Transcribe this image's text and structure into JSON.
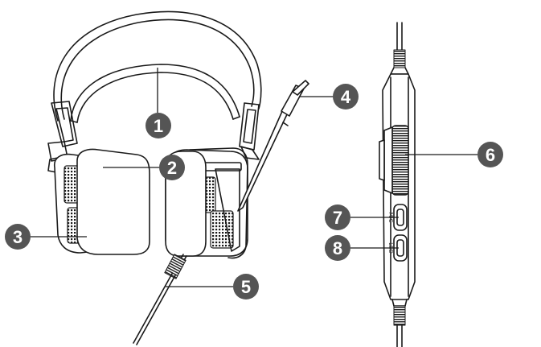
{
  "diagram": {
    "callouts": [
      {
        "number": "1",
        "part": "headband"
      },
      {
        "number": "2",
        "part": "ear-cushion"
      },
      {
        "number": "3",
        "part": "earcup-speaker"
      },
      {
        "number": "4",
        "part": "microphone-tip"
      },
      {
        "number": "5",
        "part": "headphone-cable"
      },
      {
        "number": "6",
        "part": "volume-wheel"
      },
      {
        "number": "7",
        "part": "mic-mute-button"
      },
      {
        "number": "8",
        "part": "led-switch-button"
      }
    ],
    "control_labels": {
      "mic": "MIC",
      "led": "LED"
    },
    "colors": {
      "line": "#1a1a1a",
      "badge": "#555555",
      "badge_text": "#ffffff",
      "background": "#ffffff"
    }
  }
}
